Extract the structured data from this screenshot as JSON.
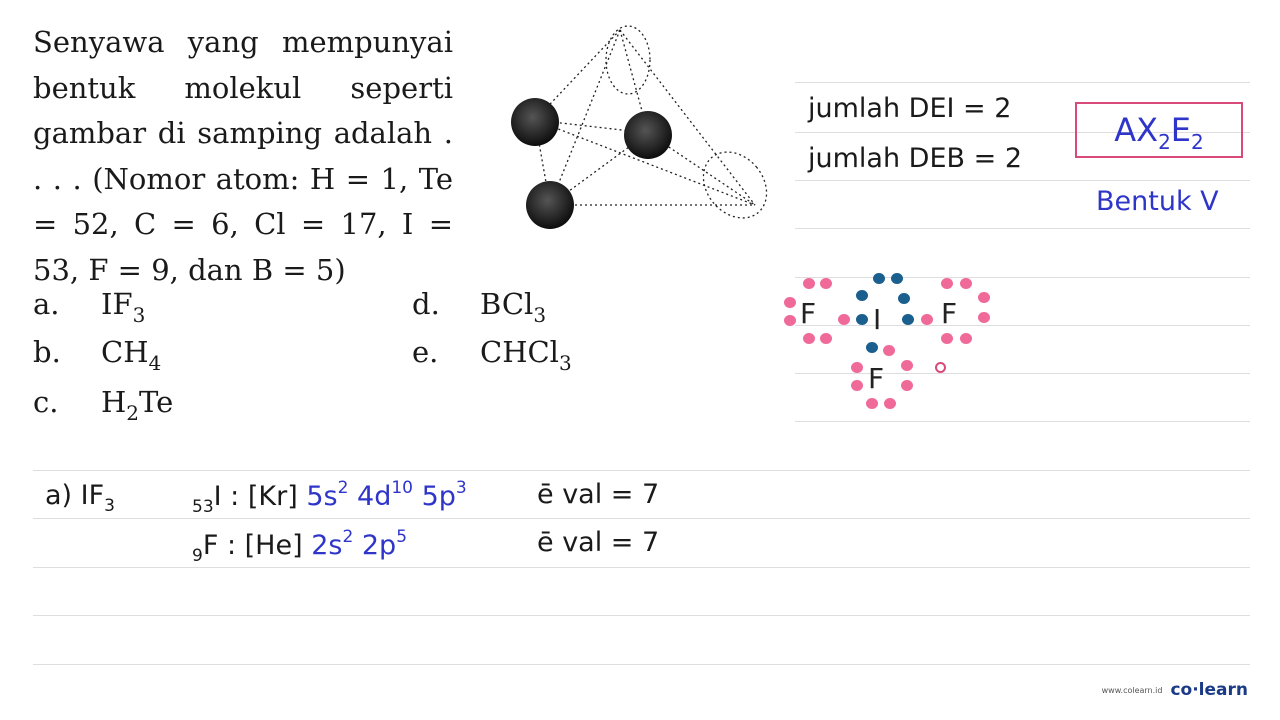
{
  "question": {
    "text": "Senyawa yang mempunyai bentuk molekul seperti gambar di samping adalah . . . . (Nomor atom: H = 1, Te = 52, C = 6, Cl = 17, I = 53, F = 9, dan B = 5)"
  },
  "options": [
    {
      "label": "a.",
      "formula": "IF",
      "sub": "3",
      "pre": "",
      "post": ""
    },
    {
      "label": "b.",
      "formula": "CH",
      "sub": "4",
      "pre": "",
      "post": ""
    },
    {
      "label": "c.",
      "pre": "H",
      "sub": "2",
      "post": "Te",
      "formula": ""
    },
    {
      "label": "d.",
      "formula": "BCl",
      "sub": "3",
      "pre": "",
      "post": ""
    },
    {
      "label": "e.",
      "formula": "CHCl",
      "sub": "3",
      "pre": "",
      "post": ""
    }
  ],
  "notes": {
    "dei": "jumlah DEI = 2",
    "deb": "jumlah DEB = 2",
    "formula_main": "AX",
    "formula_sub1": "2",
    "formula_e": "E",
    "formula_sub2": "2",
    "shape": "Bentuk V"
  },
  "lewis": {
    "center": "I",
    "left": "F",
    "right": "F",
    "bottom": "F"
  },
  "work": {
    "answer_label": "a) IF",
    "answer_sub": "3",
    "i_z": "53",
    "i_sym": "I : [Kr]",
    "i_c1": "5s",
    "i_c1_sup": "2",
    "i_c2": "4d",
    "i_c2_sup": "10",
    "i_c3": "5p",
    "i_c3_sup": "3",
    "i_val": "ē val = 7",
    "f_z": "9",
    "f_sym": "F : [He]",
    "f_c1": "2s",
    "f_c1_sup": "2",
    "f_c2": "2p",
    "f_c2_sup": "5",
    "f_val": "ē val = 7"
  },
  "footer": {
    "url": "www.colearn.id",
    "brand": "co·learn"
  },
  "colors": {
    "pink": "#f06a99",
    "blue": "#2f35c9",
    "lone_pair": "#1b5f8f"
  }
}
